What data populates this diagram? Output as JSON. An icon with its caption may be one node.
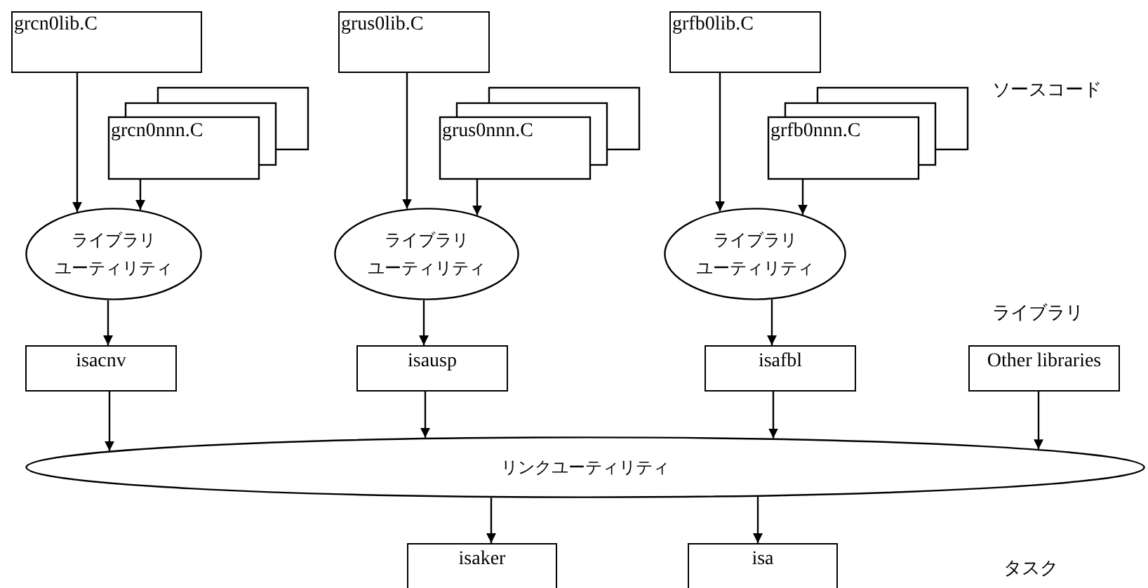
{
  "diagram": {
    "nodes": [
      {
        "text": [
          "grcn0lib.C"
        ]
      },
      {
        "text": [
          "grcn0nnn.C"
        ]
      },
      {
        "text": [
          "ライブラリ",
          "ユーティリティ"
        ]
      },
      {
        "text": [
          "grus0lib.C"
        ]
      },
      {
        "text": [
          "grus0nnn.C"
        ]
      },
      {
        "text": [
          "ライブラリ",
          "ユーティリティ"
        ]
      },
      {
        "text": [
          "grfb0lib.C"
        ]
      },
      {
        "text": [
          "grfb0nnn.C"
        ]
      },
      {
        "text": [
          "ライブラリ",
          "ユーティリティ"
        ]
      },
      {
        "text": [
          "isacnv"
        ]
      },
      {
        "text": [
          "isausp"
        ]
      },
      {
        "text": [
          "isafbl"
        ]
      },
      {
        "text": [
          "Other libraries"
        ]
      },
      {
        "text": [
          "リンクユーティリティ"
        ]
      },
      {
        "text": [
          "isaker"
        ]
      },
      {
        "text": [
          "isa"
        ]
      }
    ],
    "edges": [
      {
        "from": 0,
        "to": 2,
        "arrow": "to"
      },
      {
        "from": 1,
        "to": 2,
        "arrow": "to"
      },
      {
        "from": 3,
        "to": 5,
        "arrow": "to"
      },
      {
        "from": 4,
        "to": 5,
        "arrow": "to"
      },
      {
        "from": 6,
        "to": 8,
        "arrow": "to"
      },
      {
        "from": 7,
        "to": 8,
        "arrow": "to"
      },
      {
        "from": 2,
        "to": 9,
        "arrow": "to"
      },
      {
        "from": 5,
        "to": 10,
        "arrow": "to"
      },
      {
        "from": 8,
        "to": 11,
        "arrow": "to"
      },
      {
        "from": 9,
        "to": 13,
        "arrow": "to"
      },
      {
        "from": 10,
        "to": 13,
        "arrow": "to"
      },
      {
        "from": 11,
        "to": 13,
        "arrow": "to"
      },
      {
        "from": 12,
        "to": 13,
        "arrow": "to"
      },
      {
        "from": 13,
        "to": 14,
        "arrow": "to"
      },
      {
        "from": 13,
        "to": 15,
        "arrow": "to"
      }
    ],
    "labels": [
      "ソースコード",
      "ライブラリ",
      "タスク"
    ]
  }
}
